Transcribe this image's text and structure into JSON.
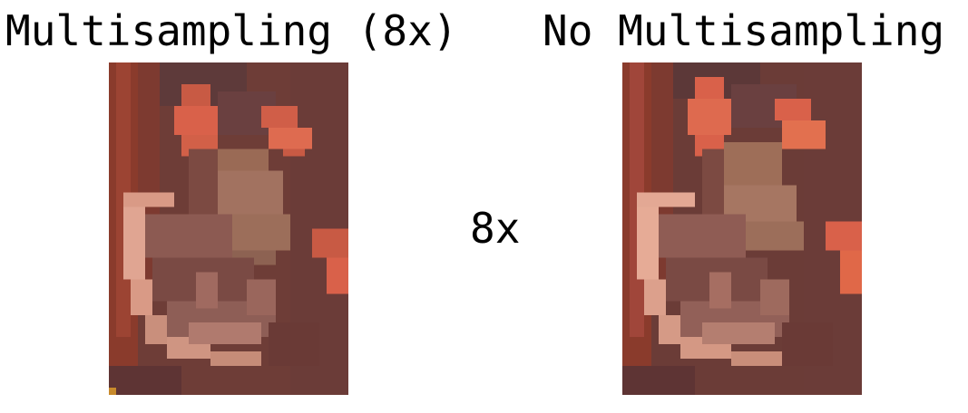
{
  "left_title": "Multisampling (8x)",
  "right_title": "No Multisampling",
  "zoom_label": "8x",
  "colors": {
    "background": "#ffffff",
    "dark_backdrop": "#6b3b35",
    "red_wall": "#8a3b2c",
    "orange_accent": "#d9614a",
    "tan_body": "#9a6a55",
    "pale_pink_rim": "#e0a592",
    "mouth_shadow": "#7a4a44"
  }
}
